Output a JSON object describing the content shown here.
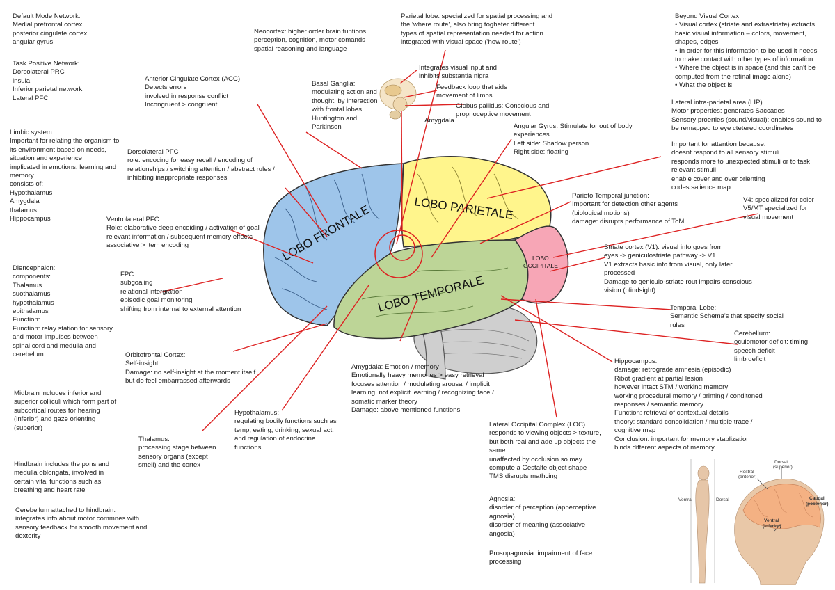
{
  "brain_labels": {
    "frontal": "LOBO FRONTALE",
    "parietal": "LOBO PARIETALE",
    "temporal": "LOBO TEMPORALE",
    "occipital_1": "LOBO",
    "occipital_2": "OCCIPITALE"
  },
  "notes": {
    "default_mode": [
      "Default Mode Network:",
      "Medial prefrontal cortex",
      "posterior cingulate cortex",
      "angular gyrus"
    ],
    "task_positive": [
      "Task Positive Network:",
      "Dorsolateral PRC",
      "insula",
      "Inferior parietal network",
      "Lateral PFC"
    ],
    "limbic": [
      "Limbic system:",
      "Important for relating the organism to",
      "its environment based on needs,",
      "situation and experience",
      "implicated in emotions, learning and",
      "memory",
      "consists of:",
      "Hypothalamus",
      "Amygdala",
      "thalamus",
      "Hippocampus"
    ],
    "diencephalon": [
      "Diencephalon:",
      "components:",
      "Thalamus",
      "suothalamus",
      "hypothalamus",
      "epithalamus",
      "Function:",
      "Function: relay station for sensory",
      "and motor impulses between",
      "spinal cord and medulla and",
      "cerebelum"
    ],
    "midbrain": [
      "Midbrain includes inferior and",
      "superior colliculi which form part of",
      "subcortical routes for hearing",
      "(inferior) and gaze orienting",
      "(superior)"
    ],
    "hindbrain": [
      "Hindbrain includes the pons and",
      "medulla oblongata, involved in",
      "certain vital functions such as",
      "breathing and heart rate"
    ],
    "cerebellum_attached": [
      "Cerebellum attached to hindbrain:",
      "integrates info about motor commnes with",
      "sensory feedback for smooth movement and",
      "dexterity"
    ],
    "neocortex": [
      "Neocortex: higher order brain funtions",
      "perception, cognition, motor comands",
      "spatial reasoning and language"
    ],
    "acc": [
      "Anterior Cingulate Cortex (ACC)",
      "Detects errors",
      "involved in response conflict",
      "Incongruent > congruent"
    ],
    "basal_ganglia": [
      "Basal Ganglia:",
      "modulating action and",
      "thought, by interaction",
      "with frontal lobes",
      "Huntington and",
      "Parkinson"
    ],
    "bg_1": [
      "Integrates visual input and",
      "inhibits substantia nigra"
    ],
    "bg_2": [
      "Feedback loop that aids",
      "movement of limbs"
    ],
    "bg_3": [
      "Globus pallidus: Conscious and",
      "proprioceptive movement"
    ],
    "amygdala_lbl": [
      "Amygdala"
    ],
    "parietal_lobe": [
      "Parietal lobe: specialized for spatial processing and",
      "the 'where route', also bring togheter different",
      "types of spatial representation needed for action",
      "integrated with visual space ('how route')"
    ],
    "beyond_visual": [
      "Beyond Visual Cortex",
      "• Visual cortex (striate and extrastriate) extracts",
      "basic visual information – colors, movement,",
      "shapes, edges",
      "• In order for this information to be used it needs",
      "to make contact with other types of information:",
      "• Where the object is in space (and this can't be",
      "computed from the retinal image alone)",
      "• What the object is"
    ],
    "lip": [
      "Lateral intra-parietal area (LIP)",
      "Motor properties: generates Saccades",
      "Sensory proerties (sound/visual): enables sound to",
      "be remapped to eye ctetered coordinates"
    ],
    "dlpfc": [
      "Dorsolateral PFC",
      "role: encocing for easy recall / encoding of",
      "relationships / switching attention / abstract rules /",
      "inhibiting inappropriate responses"
    ],
    "angular": [
      "Angular Gyrus: Stimulate for out of body",
      "experiences",
      "Left side: Shadow person",
      "Right side: floating"
    ],
    "attention": [
      "Important for attention because:",
      "doesnt respond to all sensory stimuli",
      "responds more to unexpected stimuli or to task",
      "relevant stimuli",
      "enable cover and over orienting",
      "codes salience map"
    ],
    "tpj": [
      "Parieto Temporal junction:",
      "Important for detection other agents",
      "(biological motions)",
      "damage: disrupts performance of ToM"
    ],
    "v4": [
      "V4: specialized for color",
      "V5/MT specialized for",
      "visual movement"
    ],
    "vlpfc": [
      "Ventrolateral PFC:",
      "Role: elaborative deep encoiding / activation of goal",
      "relevant information / subsequent memory effects",
      "associative > item encoding"
    ],
    "v1": [
      "Striate cortex (V1): visual info goes from",
      "eyes -> geniculostriate pathway -> V1",
      "V1 extracts basic info from visual, only later",
      "processed",
      "Damage to geniculo-striate rout impairs conscious",
      "vision (blindsight)"
    ],
    "fpc": [
      "FPC:",
      "subgoaling",
      "relational intergration",
      "episodic goal monitoring",
      "shifting from internal to external attention"
    ],
    "temporal_lobe": [
      "Temporal Lobe:",
      "Semantic Schema's that specify social",
      "rules"
    ],
    "cerebellum": [
      "Cerebellum:",
      "oculomotor deficit: timing",
      "speech deficit",
      "limb deficit"
    ],
    "ofc": [
      "Orbitofrontal Cortex:",
      "Self-insight",
      "Damage: no self-insight at the moment itself",
      "but do feel embarrassed afterwards"
    ],
    "amygdala": [
      "Amygdala: Emotion / memory",
      "Emotionally heavy memories > easy retrieval",
      "focuses attention / modulating arousal / implicit",
      "learning, not explicit learning / recognizing face /",
      "somatic marker theory",
      "Damage: above mentioned functions"
    ],
    "hippocampus": [
      "Hippocampus:",
      "   damage: retrograde amnesia (episodic)",
      "Ribot gradient at partial lesion",
      "however intact STM / working memory",
      "working procedural memory / priming / conditoned",
      "responses / semantic memory",
      "Function: retrieval of contextual details",
      "theory: standard consolidation / multiple trace /",
      "cognitive map",
      "Conclusion: important for memory stablization",
      "binds different aspects of memory"
    ],
    "hypothalamus": [
      "Hypothalamus:",
      "regulating bodily functions such as",
      "temp, eating, drinking, sexual act.",
      "and regulation of endocrine",
      "functions"
    ],
    "thalamus": [
      "Thalamus:",
      "processing stage between",
      "sensory organs (except",
      "smell) and the cortex"
    ],
    "loc": [
      "Lateral Occipital Complex (LOC)",
      "responds to viewing objects > texture,",
      "but both real and ade up objects the",
      "same",
      "unaffected by occlusion so may",
      "compute a Gestalte object shape",
      "TMS disrupts mathcing"
    ],
    "agnosia": [
      "Agnosia:",
      "disorder of perception (apperceptive",
      "agnosia)",
      "disorder of meaning (associative",
      "angosia)"
    ],
    "prosopagnosia": [
      "Prosopagnosia: impairment of face",
      "processing"
    ]
  },
  "inset": {
    "dorsal": "Dorsal",
    "superior": "(superior)",
    "rostral": "Rostral",
    "anterior": "(anterior)",
    "caudal": "Caudal",
    "posterior": "(posterior)",
    "ventral": "Ventral",
    "inferior": "(inferior)",
    "ventral_body": "Ventral",
    "dorsal_body": "Dorsal"
  },
  "colors": {
    "frontal": "#9ec5ea",
    "parietal": "#fff58c",
    "temporal": "#bdd597",
    "occipital": "#f7a6b6",
    "leader_line": "#dd2222"
  }
}
